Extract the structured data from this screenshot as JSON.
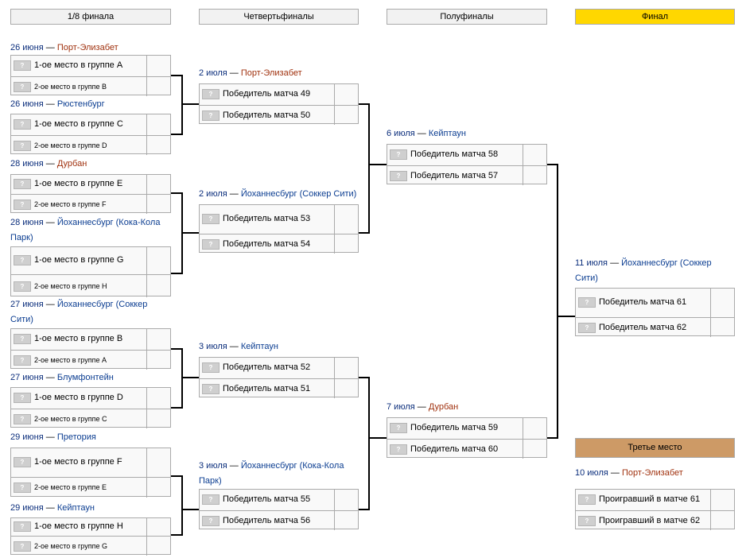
{
  "rounds": {
    "r16": "1/8 финала",
    "qf": "Четвертьфиналы",
    "sf": "Полуфиналы",
    "final": "Финал",
    "third": "Третье место"
  },
  "colors": {
    "final_header": "#ffd700",
    "third_header": "#cd9a66",
    "venue_red": "#a0310e",
    "venue_blue": "#0b3d91"
  },
  "flag_placeholder": "?",
  "sep": "—",
  "r16": [
    {
      "date": "26 июня",
      "venue": "Порт-Элизабет",
      "t1": "1-ое место в группе A",
      "t2": "2-ое место в группе B"
    },
    {
      "date": "26 июня",
      "venue": "Рюстенбург",
      "t1": "1-ое место в группе C",
      "t2": "2-ое место в группе D"
    },
    {
      "date": "28 июня",
      "venue": "Дурбан",
      "t1": "1-ое место в группе E",
      "t2": "2-ое место в группе F"
    },
    {
      "date": "28 июня",
      "venue": "Йоханнесбург (Кока-Кола Парк)",
      "t1": "1-ое место в группе G",
      "t2": "2-ое место в группе H"
    },
    {
      "date": "27 июня",
      "venue": "Йоханнесбург (Соккер Сити)",
      "t1": "1-ое место в группе B",
      "t2": "2-ое место в группе A"
    },
    {
      "date": "27 июня",
      "venue": "Блумфонтейн",
      "t1": "1-ое место в группе D",
      "t2": "2-ое место в группе C"
    },
    {
      "date": "29 июня",
      "venue": "Претория",
      "t1": "1-ое место в группе F",
      "t2": "2-ое место в группе E"
    },
    {
      "date": "29 июня",
      "venue": "Кейптаун",
      "t1": "1-ое место в группе H",
      "t2": "2-ое место в группе G"
    }
  ],
  "qf": [
    {
      "date": "2 июля",
      "venue": "Порт-Элизабет",
      "t1": "Победитель матча 49",
      "t2": "Победитель матча 50"
    },
    {
      "date": "2 июля",
      "venue": "Йоханнесбург (Соккер Сити)",
      "t1": "Победитель матча 53",
      "t2": "Победитель матча 54"
    },
    {
      "date": "3 июля",
      "venue": "Кейптаун",
      "t1": "Победитель матча 52",
      "t2": "Победитель матча 51"
    },
    {
      "date": "3 июля",
      "venue": "Йоханнесбург (Кока-Кола Парк)",
      "t1": "Победитель матча 55",
      "t2": "Победитель матча 56"
    }
  ],
  "sf": [
    {
      "date": "6 июля",
      "venue": "Кейптаун",
      "t1": "Победитель матча 58",
      "t2": "Победитель матча 57"
    },
    {
      "date": "7 июля",
      "venue": "Дурбан",
      "t1": "Победитель матча 59",
      "t2": "Победитель матча 60"
    }
  ],
  "final": {
    "date": "11 июля",
    "venue": "Йоханнесбург (Соккер Сити)",
    "t1": "Победитель матча 61",
    "t2": "Победитель матча 62"
  },
  "third": {
    "date": "10 июля",
    "venue": "Порт-Элизабет",
    "t1": "Проигравший в матче 61",
    "t2": "Проигравший в матче 62"
  }
}
